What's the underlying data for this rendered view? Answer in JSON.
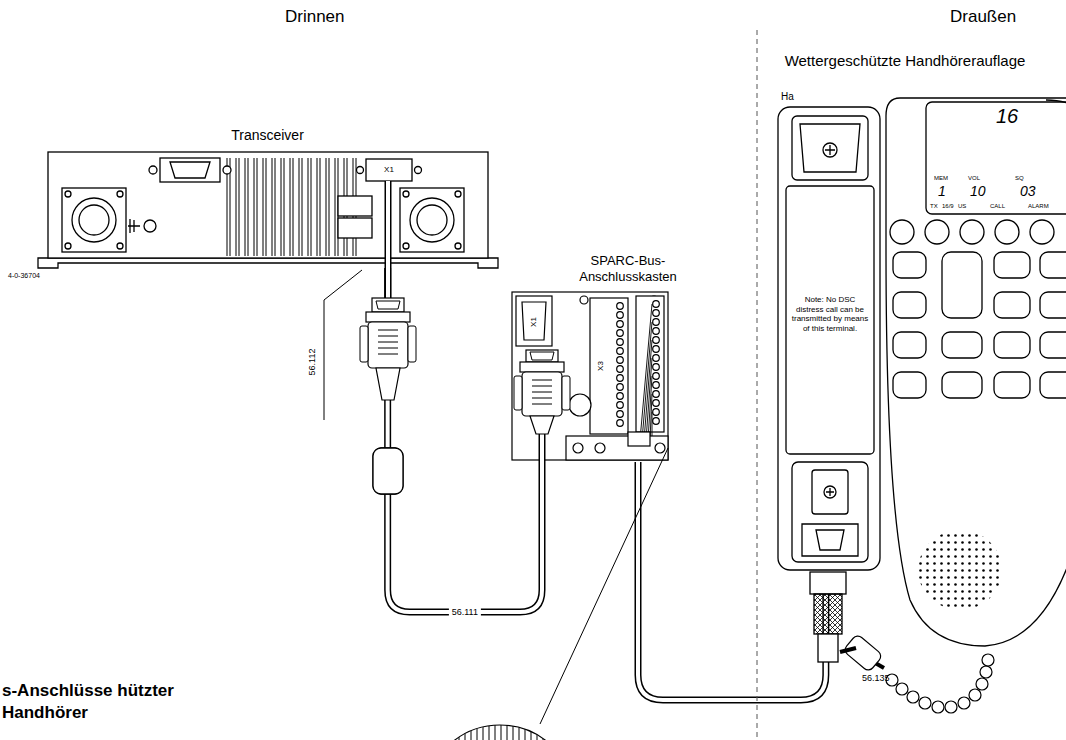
{
  "diagram": {
    "title": "s-Anschlüsse hützter Handhörer",
    "nodes": [
      {
        "text": [
          "Transceiver"
        ]
      },
      {
        "text": [
          "SPARC-Bus-Anschlusskasten"
        ]
      },
      {
        "text": [
          "Wettergeschützte Handhörerauflage",
          "Note: No DSC distress call can be transmitted by means of this terminal."
        ]
      }
    ],
    "edges": [
      {
        "from": 0,
        "to": 1,
        "arrow": "none",
        "label": "56.111"
      },
      {
        "from": 1,
        "to": 2,
        "arrow": "none"
      }
    ],
    "labels": [
      "Drinnen",
      "Draußen",
      "Ha",
      "X1",
      "4-0-36704",
      "56.112",
      "X1",
      "X3",
      "16",
      "MEM",
      "1",
      "VOL",
      "10",
      "SQ",
      "03",
      "TX",
      "16/9",
      "US",
      "CALL",
      "ALARM",
      "56.135"
    ]
  }
}
